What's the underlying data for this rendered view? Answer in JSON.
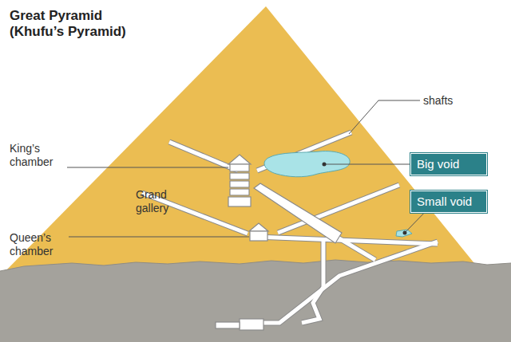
{
  "diagram": {
    "title": "Great Pyramid (Khufu’s Pyramid)",
    "nodes": [
      {
        "text": [
          "Big void"
        ]
      },
      {
        "text": [
          "Small void"
        ]
      }
    ],
    "labels": [
      "shafts",
      "King’s chamber",
      "Grand gallery",
      "Queen’s chamber"
    ]
  }
}
